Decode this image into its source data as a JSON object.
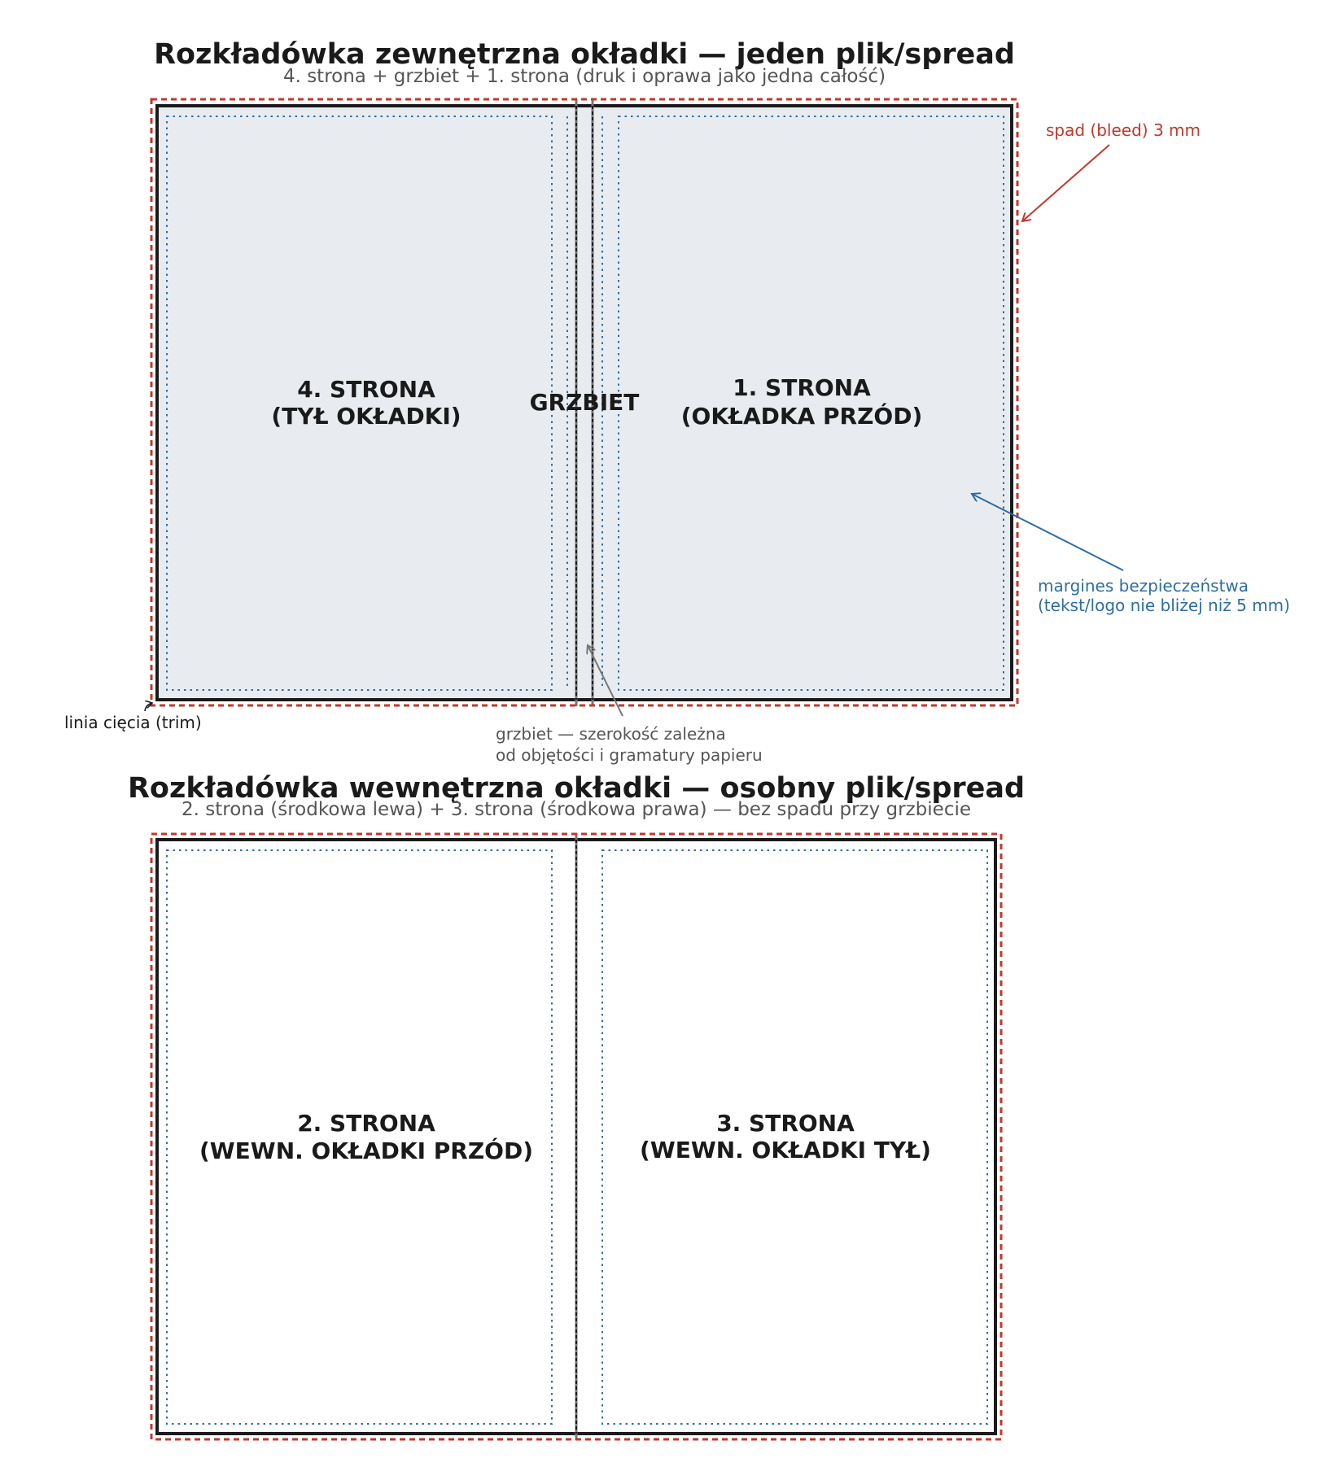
{
  "colors": {
    "bleed": "#c0392b",
    "safety": "#2e6da4",
    "trim": "#1a1a1a",
    "panel_fill": "#e8ecf0",
    "spine_note": "#555555",
    "arrow_gray": "#777777"
  },
  "outer_spread": {
    "title": "Rozkładówka zewnętrzna okładki — jeden plik/spread",
    "subtitle": "4. strona  +  grzbiet  +  1. strona  (druk i oprawa jako jedna całość)",
    "back_cover": {
      "line1": "4. STRONA",
      "line2": "(TYŁ OKŁADKI)"
    },
    "spine": {
      "label": "GRZBIET"
    },
    "front_cover": {
      "line1": "1. STRONA",
      "line2": "(OKŁADKA PRZÓD)"
    }
  },
  "annotations": {
    "bleed": "spad (bleed) 3 mm",
    "safety_line1": "margines bezpieczeństwa",
    "safety_line2": "(tekst/logo nie bliżej niż 5 mm)",
    "trim": "linia cięcia (trim)",
    "spine_line1": "grzbiet — szerokość zależna",
    "spine_line2": "od objętości i gramatury papieru"
  },
  "inner_spread": {
    "title": "Rozkładówka wewnętrzna okładki — osobny plik/spread",
    "subtitle": "2. strona (środkowa lewa)  +  3. strona (środkowa prawa) — bez spadu przy grzbiecie",
    "left_page": {
      "line1": "2. STRONA",
      "line2": "(WEWN. OKŁADKI PRZÓD)"
    },
    "right_page": {
      "line1": "3. STRONA",
      "line2": "(WEWN. OKŁADKI TYŁ)"
    }
  }
}
